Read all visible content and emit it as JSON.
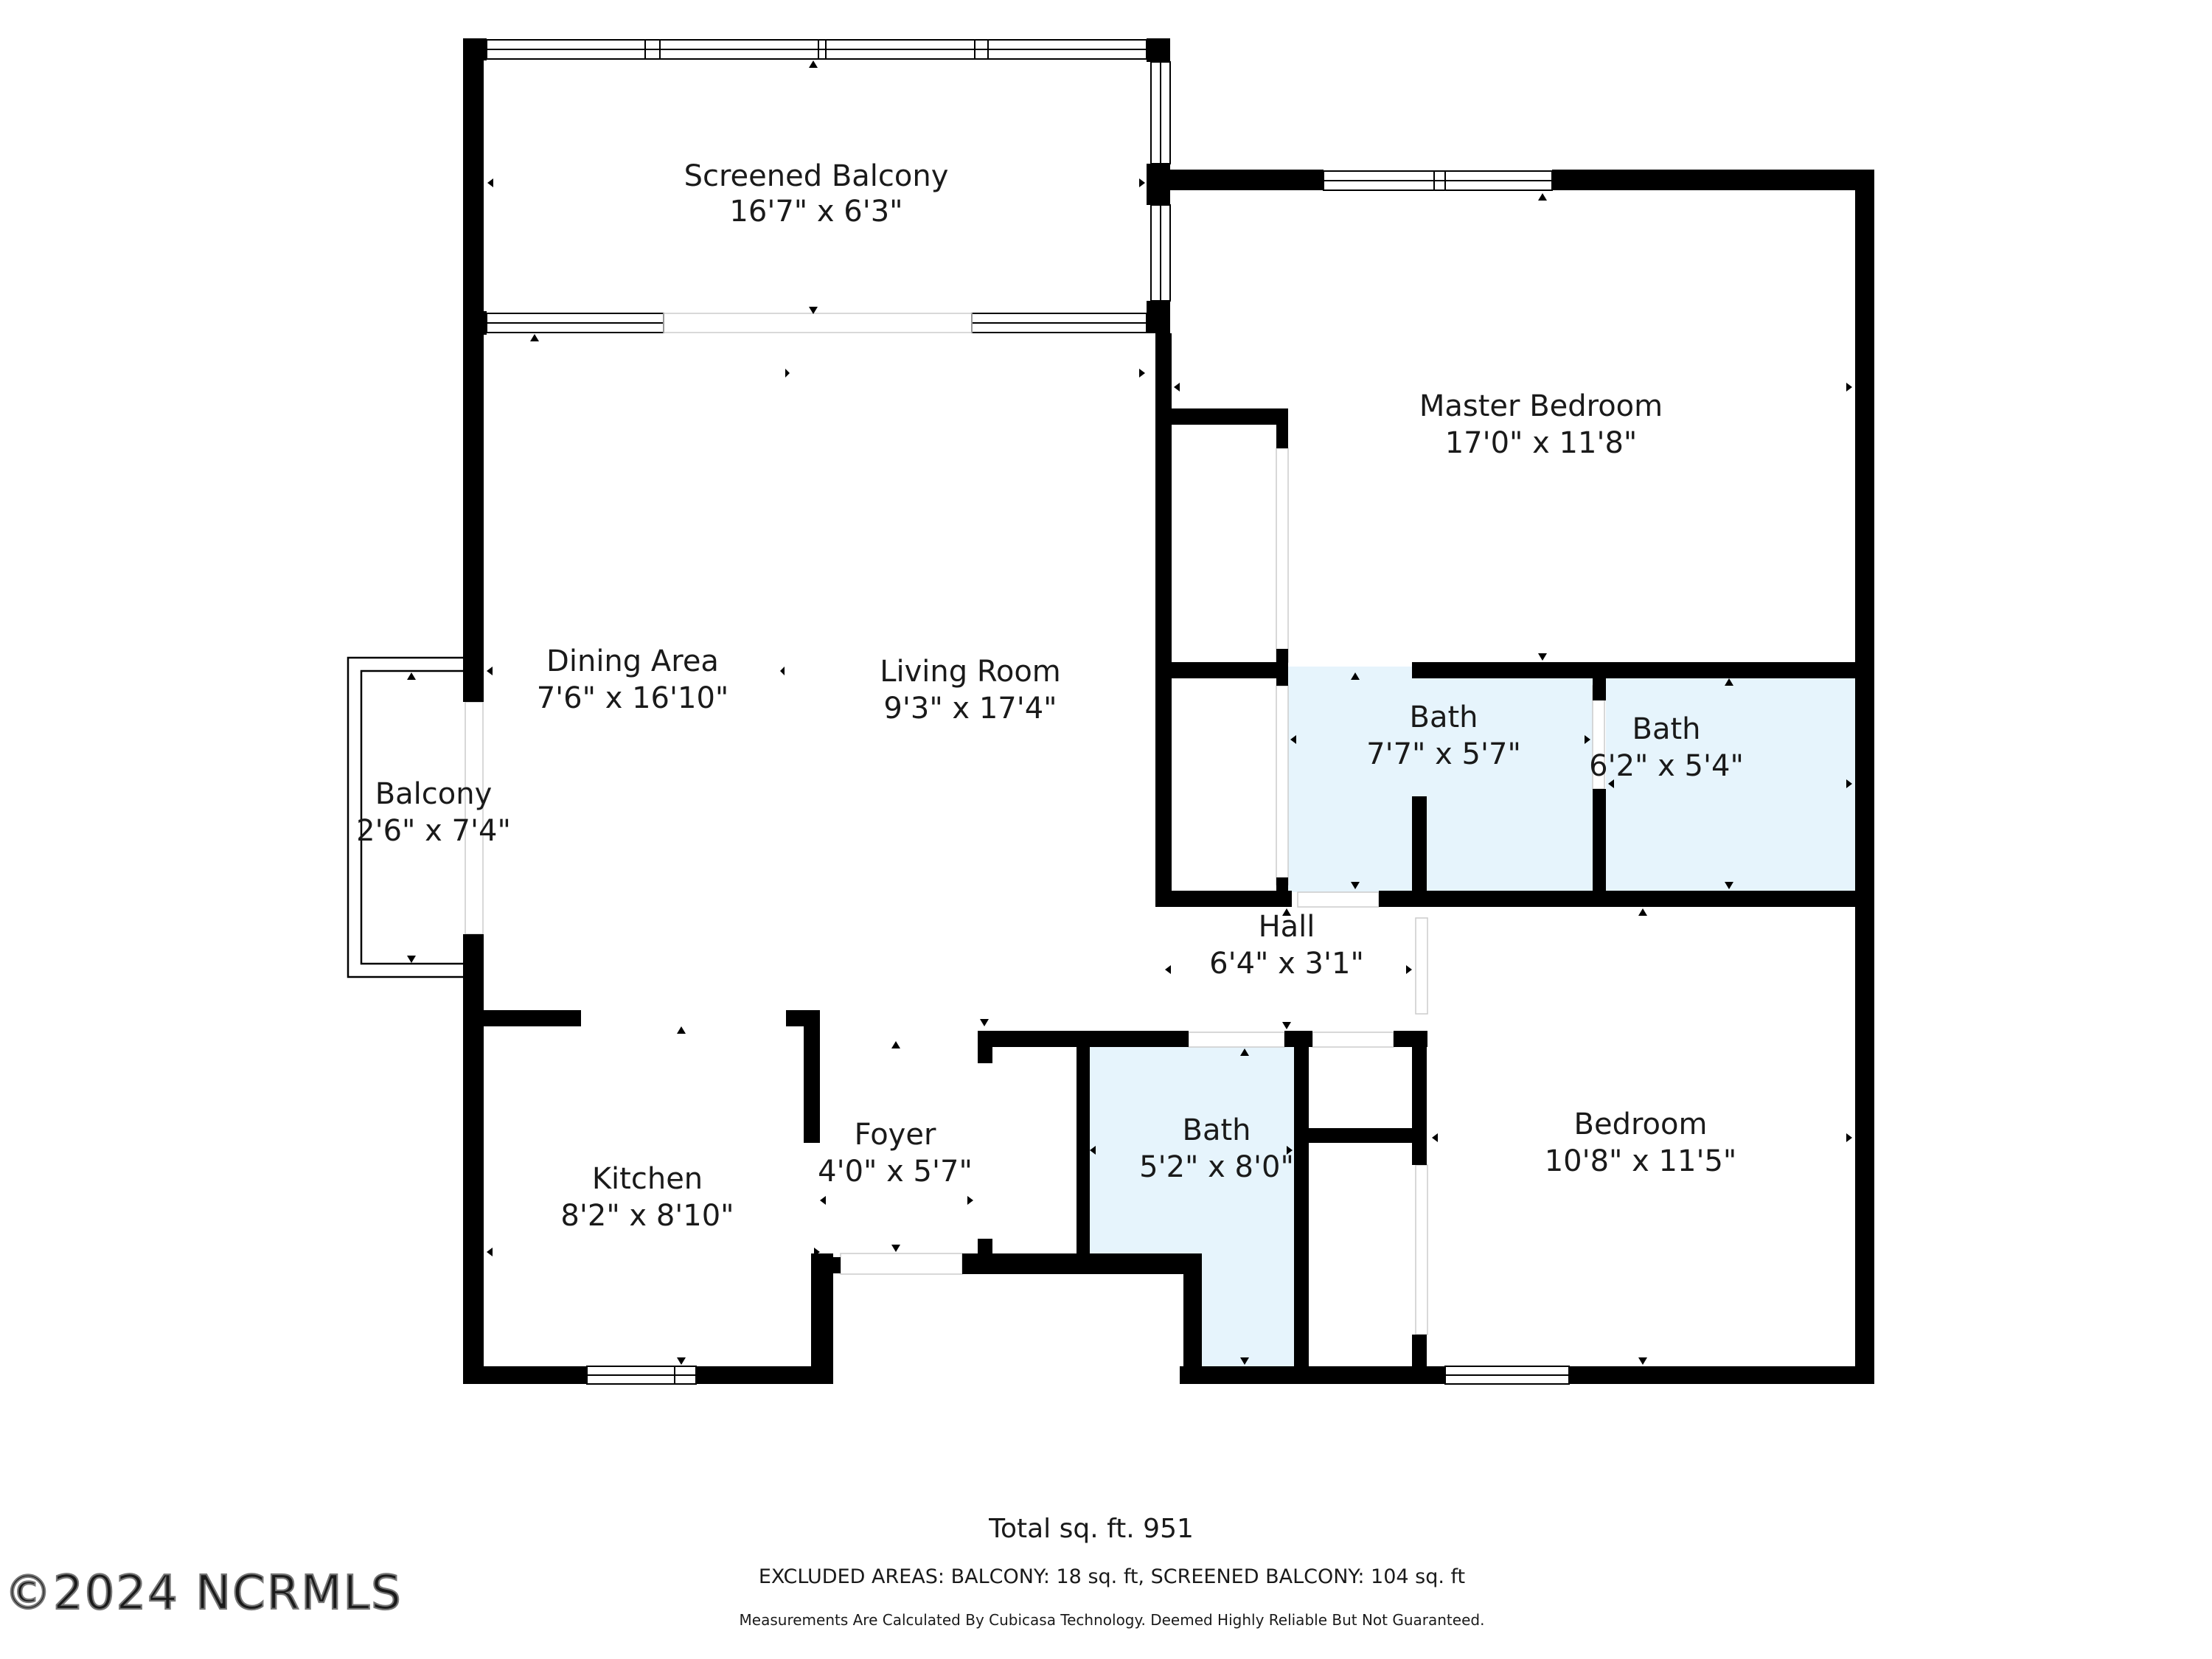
{
  "rooms": {
    "screened_balcony": {
      "name": "Screened Balcony",
      "dims": "16'7\" x 6'3\""
    },
    "master_bedroom": {
      "name": "Master Bedroom",
      "dims": "17'0\" x 11'8\""
    },
    "dining_area": {
      "name": "Dining Area",
      "dims": "7'6\" x 16'10\""
    },
    "living_room": {
      "name": "Living Room",
      "dims": "9'3\" x 17'4\""
    },
    "bath_master": {
      "name": "Bath",
      "dims": "7'7\" x 5'7\""
    },
    "bath_small": {
      "name": "Bath",
      "dims": "6'2\" x 5'4\""
    },
    "balcony": {
      "name": "Balcony",
      "dims": "2'6\" x 7'4\""
    },
    "hall": {
      "name": "Hall",
      "dims": "6'4\" x 3'1\""
    },
    "foyer": {
      "name": "Foyer",
      "dims": "4'0\" x 5'7\""
    },
    "kitchen": {
      "name": "Kitchen",
      "dims": "8'2\" x 8'10\""
    },
    "bath_hall": {
      "name": "Bath",
      "dims": "5'2\" x 8'0\""
    },
    "bedroom": {
      "name": "Bedroom",
      "dims": "10'8\" x 11'5\""
    }
  },
  "footer": {
    "total": "Total sq. ft. 951",
    "excluded": "EXCLUDED AREAS: BALCONY: 18 sq. ft, SCREENED BALCONY: 104 sq. ft",
    "note": "Measurements Are Calculated By Cubicasa Technology. Deemed Highly Reliable But Not Guaranteed."
  },
  "watermark": "©2024 NCRMLS",
  "colors": {
    "wall": "#000000",
    "bath_fill": "#e6f4fc",
    "text": "#1a1a1a"
  }
}
